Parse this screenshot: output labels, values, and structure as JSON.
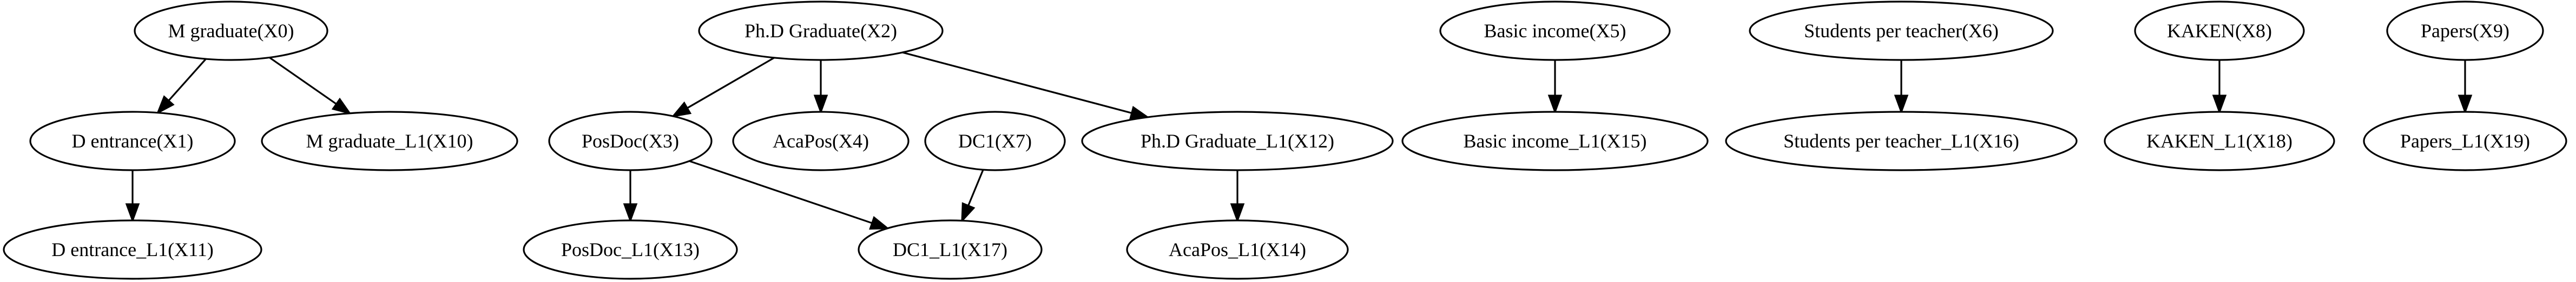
{
  "graph": {
    "nodes": [
      {
        "id": "X0",
        "label": "M graduate(X0)"
      },
      {
        "id": "X1",
        "label": "D entrance(X1)"
      },
      {
        "id": "X10",
        "label": "M graduate_L1(X10)"
      },
      {
        "id": "X11",
        "label": "D entrance_L1(X11)"
      },
      {
        "id": "X2",
        "label": "Ph.D Graduate(X2)"
      },
      {
        "id": "X3",
        "label": "PosDoc(X3)"
      },
      {
        "id": "X4",
        "label": "AcaPos(X4)"
      },
      {
        "id": "X7",
        "label": "DC1(X7)"
      },
      {
        "id": "X12",
        "label": "Ph.D Graduate_L1(X12)"
      },
      {
        "id": "X13",
        "label": "PosDoc_L1(X13)"
      },
      {
        "id": "X17",
        "label": "DC1_L1(X17)"
      },
      {
        "id": "X14",
        "label": "AcaPos_L1(X14)"
      },
      {
        "id": "X5",
        "label": "Basic income(X5)"
      },
      {
        "id": "X15",
        "label": "Basic income_L1(X15)"
      },
      {
        "id": "X6",
        "label": "Students per teacher(X6)"
      },
      {
        "id": "X16",
        "label": "Students per teacher_L1(X16)"
      },
      {
        "id": "X8",
        "label": "KAKEN(X8)"
      },
      {
        "id": "X18",
        "label": "KAKEN_L1(X18)"
      },
      {
        "id": "X9",
        "label": "Papers(X9)"
      },
      {
        "id": "X19",
        "label": "Papers_L1(X19)"
      }
    ],
    "edges": [
      {
        "from": "X0",
        "to": "X1"
      },
      {
        "from": "X0",
        "to": "X10"
      },
      {
        "from": "X1",
        "to": "X11"
      },
      {
        "from": "X2",
        "to": "X3"
      },
      {
        "from": "X2",
        "to": "X4"
      },
      {
        "from": "X2",
        "to": "X12"
      },
      {
        "from": "X3",
        "to": "X13"
      },
      {
        "from": "X3",
        "to": "X17"
      },
      {
        "from": "X7",
        "to": "X17"
      },
      {
        "from": "X12",
        "to": "X14"
      },
      {
        "from": "X5",
        "to": "X15"
      },
      {
        "from": "X6",
        "to": "X16"
      },
      {
        "from": "X8",
        "to": "X18"
      },
      {
        "from": "X9",
        "to": "X19"
      }
    ]
  }
}
